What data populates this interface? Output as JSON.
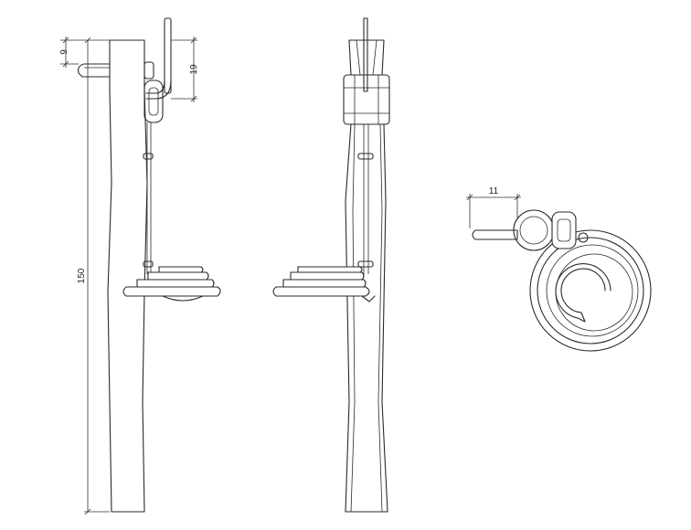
{
  "dimensions": {
    "overall_height": "150",
    "top_offset": "9",
    "arm_height": "19",
    "arm_reach": "11"
  },
  "colors": {
    "line": "#2a2a2a",
    "background": "#ffffff"
  }
}
